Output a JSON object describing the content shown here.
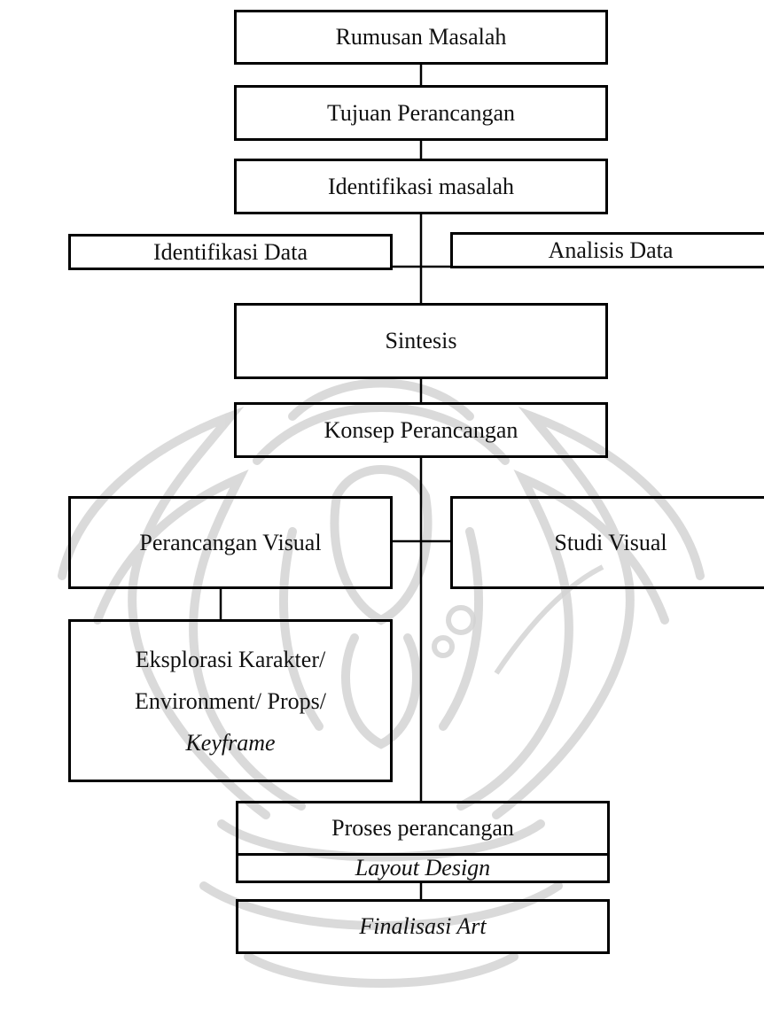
{
  "diagram": {
    "nodes": {
      "rumusan_masalah": "Rumusan Masalah",
      "tujuan_perancangan": "Tujuan Perancangan",
      "identifikasi_masalah": "Identifikasi masalah",
      "identifikasi_data": "Identifikasi Data",
      "analisis_data": "Analisis Data",
      "sintesis": "Sintesis",
      "konsep_perancangan": "Konsep Perancangan",
      "perancangan_visual": "Perancangan Visual",
      "studi_visual": "Studi Visual",
      "eksplorasi": {
        "line1": "Eksplorasi Karakter/",
        "line2": "Environment/ Props/",
        "line3": "Keyframe"
      },
      "proses_perancangan": "Proses perancangan",
      "layout_design": "Layout Design",
      "finalisasi_art": "Finalisasi Art"
    },
    "colors": {
      "line": "#000000",
      "text": "#111111",
      "watermark": "#cfcfcf"
    }
  }
}
